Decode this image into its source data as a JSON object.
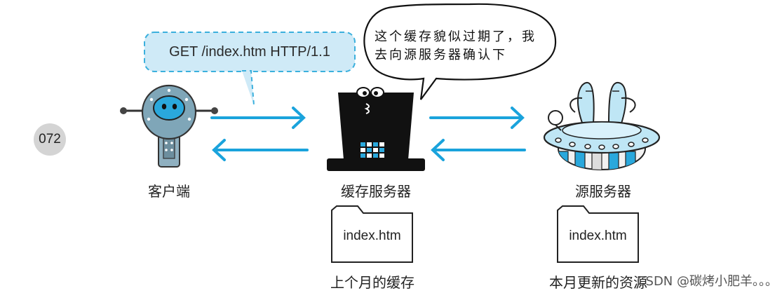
{
  "page_number": "072",
  "request": {
    "text": "GET /index.htm HTTP/1.1"
  },
  "speech": {
    "line1": "这个缓存貌似过期了，我",
    "line2": "去向源服务器确认下"
  },
  "nodes": {
    "client": {
      "label": "客户端",
      "icon": "robot-client-icon"
    },
    "cache": {
      "label": "缓存服务器",
      "icon": "top-hat-cache-server-icon"
    },
    "origin": {
      "label": "源服务器",
      "icon": "ufo-origin-server-icon"
    }
  },
  "documents": {
    "cache_doc": {
      "file": "index.htm",
      "caption": "上个月的缓存"
    },
    "origin_doc": {
      "file": "index.htm",
      "caption": "本月更新的资源"
    }
  },
  "watermark": "CSDN @碳烤小肥羊。。。",
  "colors": {
    "arrow": "#1aa3dc",
    "bubble_fill": "#cfeaf7",
    "bubble_border": "#3bb0dd",
    "hat": "#111111",
    "robot": "#7fa6b8",
    "ufo": "#bfe6f5"
  }
}
